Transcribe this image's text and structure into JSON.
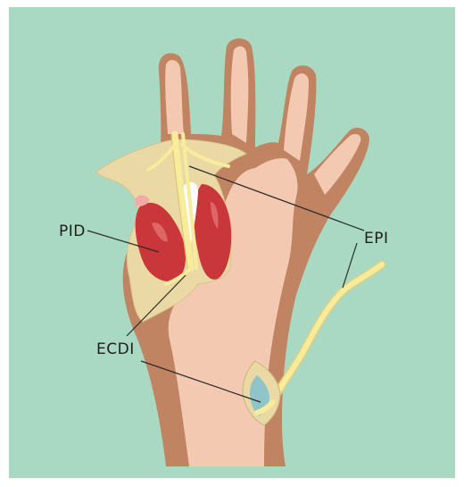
{
  "figure": {
    "labels": {
      "pid": "PID",
      "epi": "EPI",
      "ecdi": "ECDI"
    },
    "colors": {
      "background": "#a9d9c2",
      "skin_dark": "#c08463",
      "skin_light": "#f4c9b2",
      "fascia": "#ead9a4",
      "muscle": "#c9373a",
      "tendon": "#f6ec9c",
      "leader_line": "#2a2a2a"
    }
  }
}
